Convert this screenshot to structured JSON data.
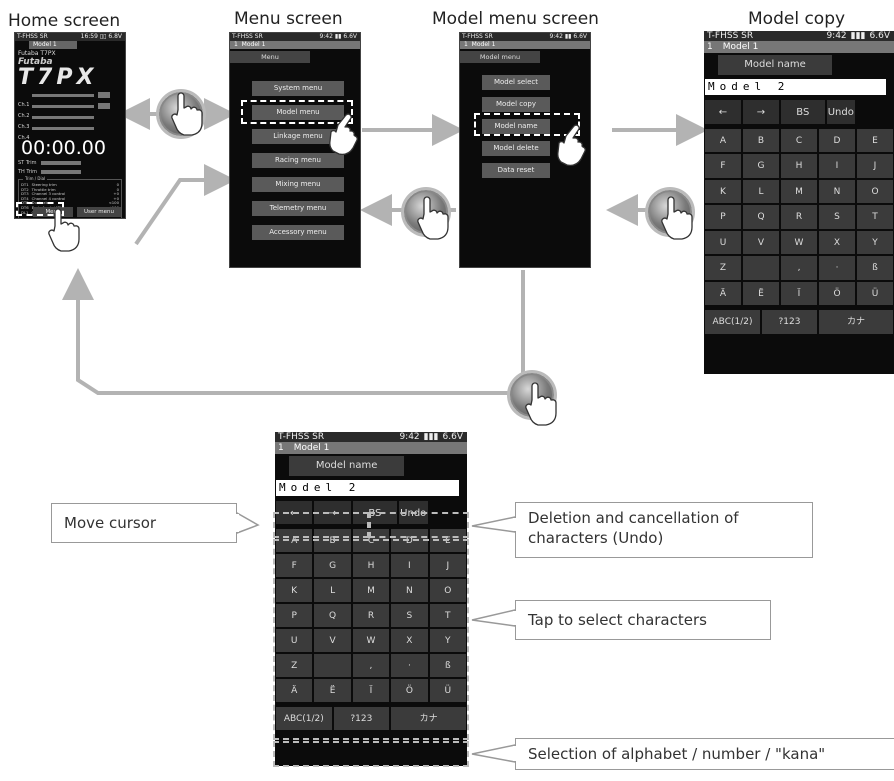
{
  "captions": {
    "home": "Home screen",
    "menu": "Menu screen",
    "model_menu": "Model menu screen",
    "model_copy": "Model copy"
  },
  "status": {
    "protocol": "T-FHSS SR",
    "home_time": "16:59",
    "home_voltage": "6.8V",
    "time": "9:42",
    "voltage": "6.6V",
    "model_num": "1",
    "model": "Model 1"
  },
  "home": {
    "brand": "Futaba T7PX",
    "logo": "Futaba",
    "model_logo": "T7PX",
    "channels": [
      "Ch.1",
      "Ch.2",
      "Ch.3",
      "Ch.4"
    ],
    "timer": "00:00.00",
    "trims": [
      "ST Trim",
      "TH Trim"
    ],
    "trim_dial_header": "Trim / Dial",
    "dial_rows": [
      {
        "id": "DT1",
        "name": "Steering trim",
        "val": "0"
      },
      {
        "id": "DT2",
        "name": "Throttle trim",
        "val": "0"
      },
      {
        "id": "DT3",
        "name": "Channel 3 control",
        "val": "+0"
      },
      {
        "id": "DT4",
        "name": "Channel 4 control",
        "val": "+0"
      },
      {
        "id": "DT5",
        "name": "Dual rate",
        "val": "<100"
      },
      {
        "id": "DT6",
        "name": "Brake1 rate(ATL)",
        "val": "+100"
      },
      {
        "id": "DL1",
        "name": "Off",
        "val": ""
      }
    ],
    "menu_btn": "Menu",
    "user_menu_btn": "User menu"
  },
  "menu": {
    "header": "Menu",
    "items": [
      "System menu",
      "Model menu",
      "Linkage menu",
      "Racing menu",
      "Mixing menu",
      "Telemetry menu",
      "Accessory menu"
    ]
  },
  "model_menu": {
    "header": "Model menu",
    "items": [
      "Model select",
      "Model copy",
      "Model name",
      "Model delete",
      "Data reset"
    ]
  },
  "keyboard": {
    "title": "Model name",
    "name_value": "Model 2",
    "ctrl_keys": [
      "←",
      "→",
      "BS",
      "Undo"
    ],
    "rows": [
      [
        "A",
        "B",
        "C",
        "D",
        "E"
      ],
      [
        "F",
        "G",
        "H",
        "I",
        "J"
      ],
      [
        "K",
        "L",
        "M",
        "N",
        "O"
      ],
      [
        "P",
        "Q",
        "R",
        "S",
        "T"
      ],
      [
        "U",
        "V",
        "W",
        "X",
        "Y"
      ],
      [
        "Z",
        "",
        ",",
        "·",
        "ß"
      ],
      [
        "Ä",
        "Ë",
        "Ï",
        "Ö",
        "Ü"
      ]
    ],
    "mode_keys": [
      "ABC(1/2)",
      "?123",
      "カナ"
    ]
  },
  "callouts": {
    "move_cursor": "Move cursor",
    "deletion": "Deletion and cancellation of characters (Undo)",
    "tap_select": "Tap to select characters",
    "selection": "Selection of alphabet / number / \"kana\""
  },
  "colors": {
    "screen_bg": "#0b0b0b",
    "button": "#5a5a5a",
    "key": "#3b3b3b",
    "arrow": "#b3b3b3"
  }
}
